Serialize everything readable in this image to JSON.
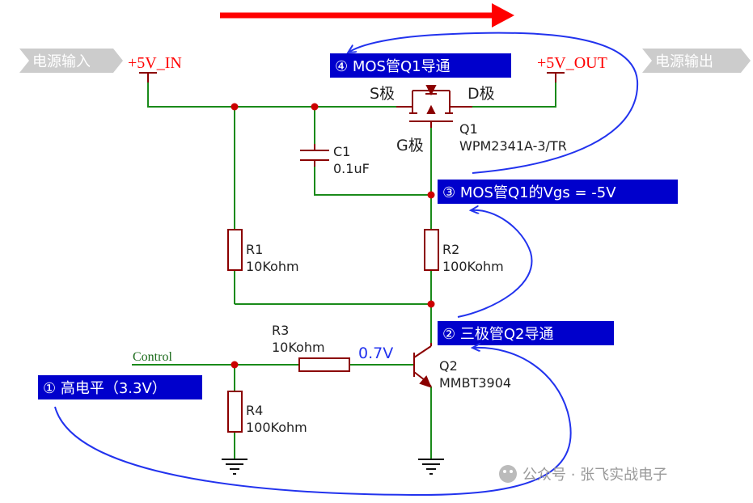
{
  "io": {
    "power_in_tag": "电源输入",
    "power_out_tag": "电源输出",
    "vin_label": "+5V_IN",
    "vout_label": "+5V_OUT",
    "control_label": "Control"
  },
  "steps": {
    "step1": "① 高电平（3.3V）",
    "step2": "② 三极管Q2导通",
    "step3": "③ MOS管Q1的Vgs = -5V",
    "step4": "④ MOS管Q1导通"
  },
  "pins": {
    "s": "S极",
    "d": "D极",
    "g": "G极"
  },
  "parts": {
    "q1_ref": "Q1",
    "q1_val": "WPM2341A-3/TR",
    "c1_ref": "C1",
    "c1_val": "0.1uF",
    "r1_ref": "R1",
    "r1_val": "10Kohm",
    "r2_ref": "R2",
    "r2_val": "100Kohm",
    "r3_ref": "R3",
    "r3_val": "10Kohm",
    "r4_ref": "R4",
    "r4_val": "100Kohm",
    "q2_ref": "Q2",
    "q2_val": "MMBT3904"
  },
  "vbe_label": "0.7V",
  "watermark": "公众号 · 张飞实战电子",
  "colors": {
    "wire": "#1a8a1a",
    "component": "#8b0000",
    "label_bg": "#0000cc",
    "annotation": "#2233ee",
    "arrow": "#ff0000",
    "tag_bg": "#cccccc",
    "net_label": "#ff0000"
  }
}
